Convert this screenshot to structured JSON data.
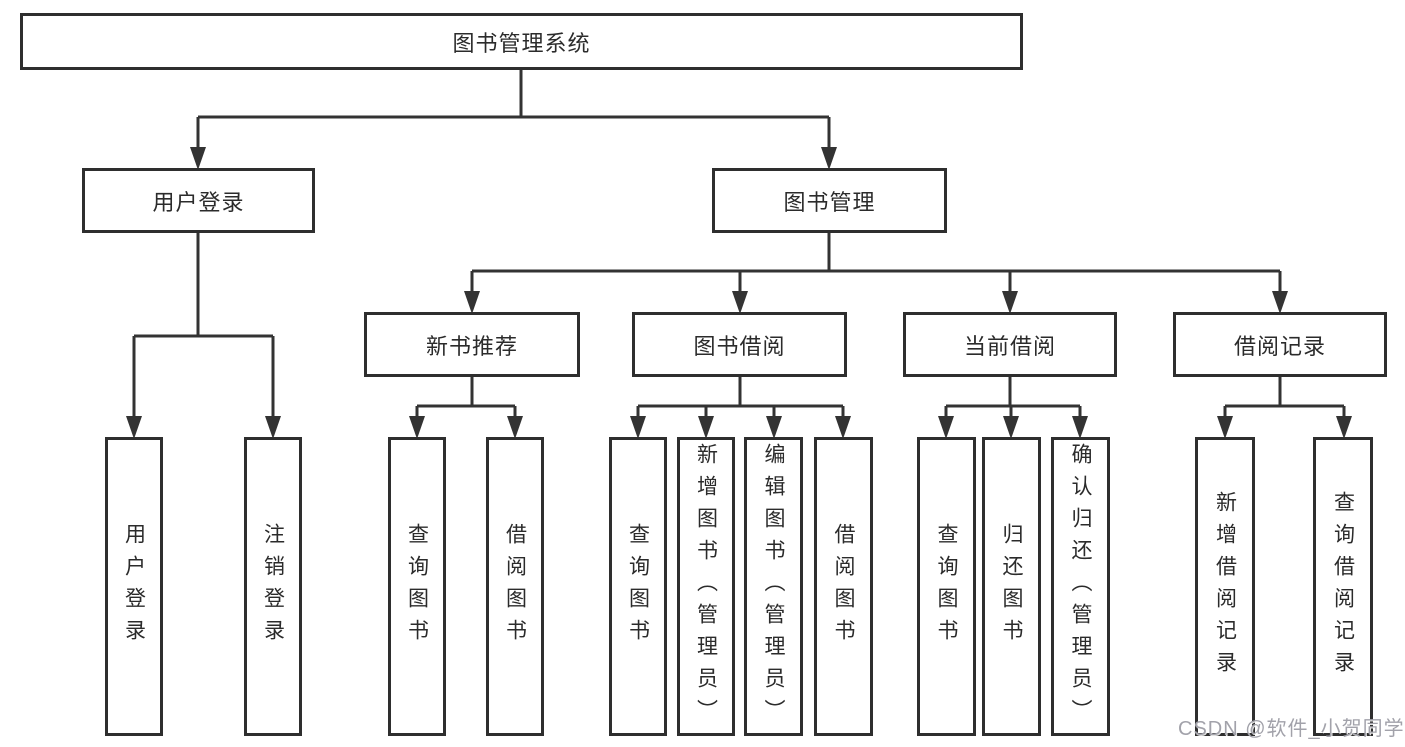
{
  "diagram": {
    "type": "tree",
    "root": {
      "label": "图书管理系统",
      "children": [
        {
          "label": "用户登录",
          "children": [
            {
              "label": "用户登录"
            },
            {
              "label": "注销登录"
            }
          ]
        },
        {
          "label": "图书管理",
          "children": [
            {
              "label": "新书推荐",
              "children": [
                {
                  "label": "查询图书"
                },
                {
                  "label": "借阅图书"
                }
              ]
            },
            {
              "label": "图书借阅",
              "children": [
                {
                  "label": "查询图书"
                },
                {
                  "label": "新增图书（管理员）"
                },
                {
                  "label": "编辑图书（管理员）"
                },
                {
                  "label": "借阅图书"
                }
              ]
            },
            {
              "label": "当前借阅",
              "children": [
                {
                  "label": "查询图书"
                },
                {
                  "label": "归还图书"
                },
                {
                  "label": "确认归还（管理员）"
                }
              ]
            },
            {
              "label": "借阅记录",
              "children": [
                {
                  "label": "新增借阅记录"
                },
                {
                  "label": "查询借阅记录"
                }
              ]
            }
          ]
        }
      ]
    }
  },
  "watermark": {
    "text": "CSDN @软件_小贺同学"
  },
  "colors": {
    "background": "#ffffff",
    "line": "#333333",
    "box_border": "#2e2e2e",
    "text": "#2b2b2b",
    "watermark": "#a2a2aa"
  }
}
